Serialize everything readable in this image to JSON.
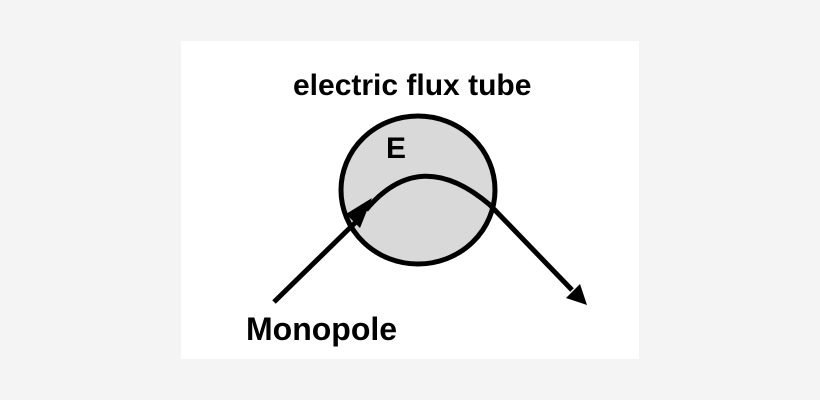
{
  "diagram": {
    "title": "electric flux tube",
    "field_label": "E",
    "particle_label": "Monopole"
  },
  "colors": {
    "page_background": "#f4f4f4",
    "panel_background": "#ffffff",
    "tube_fill": "#d9d9d9",
    "stroke": "#000000"
  }
}
